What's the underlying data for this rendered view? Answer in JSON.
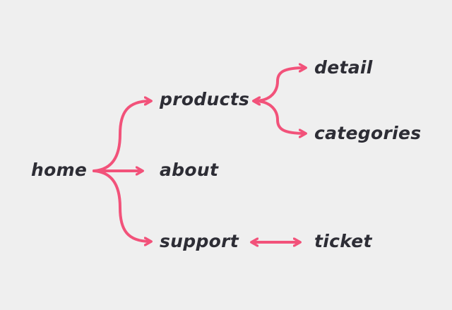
{
  "colors": {
    "background": "#efefef",
    "text": "#2d2d35",
    "link": "#f2527a"
  },
  "nodes": {
    "home": "home",
    "products": "products",
    "about": "about",
    "support": "support",
    "detail": "detail",
    "categories": "categories",
    "ticket": "ticket"
  },
  "edges": [
    {
      "from": "home",
      "to": "products",
      "direction": "forward"
    },
    {
      "from": "home",
      "to": "about",
      "direction": "forward"
    },
    {
      "from": "home",
      "to": "support",
      "direction": "forward"
    },
    {
      "from": "products",
      "to": "detail",
      "direction": "both"
    },
    {
      "from": "products",
      "to": "categories",
      "direction": "both"
    },
    {
      "from": "support",
      "to": "ticket",
      "direction": "both"
    }
  ]
}
